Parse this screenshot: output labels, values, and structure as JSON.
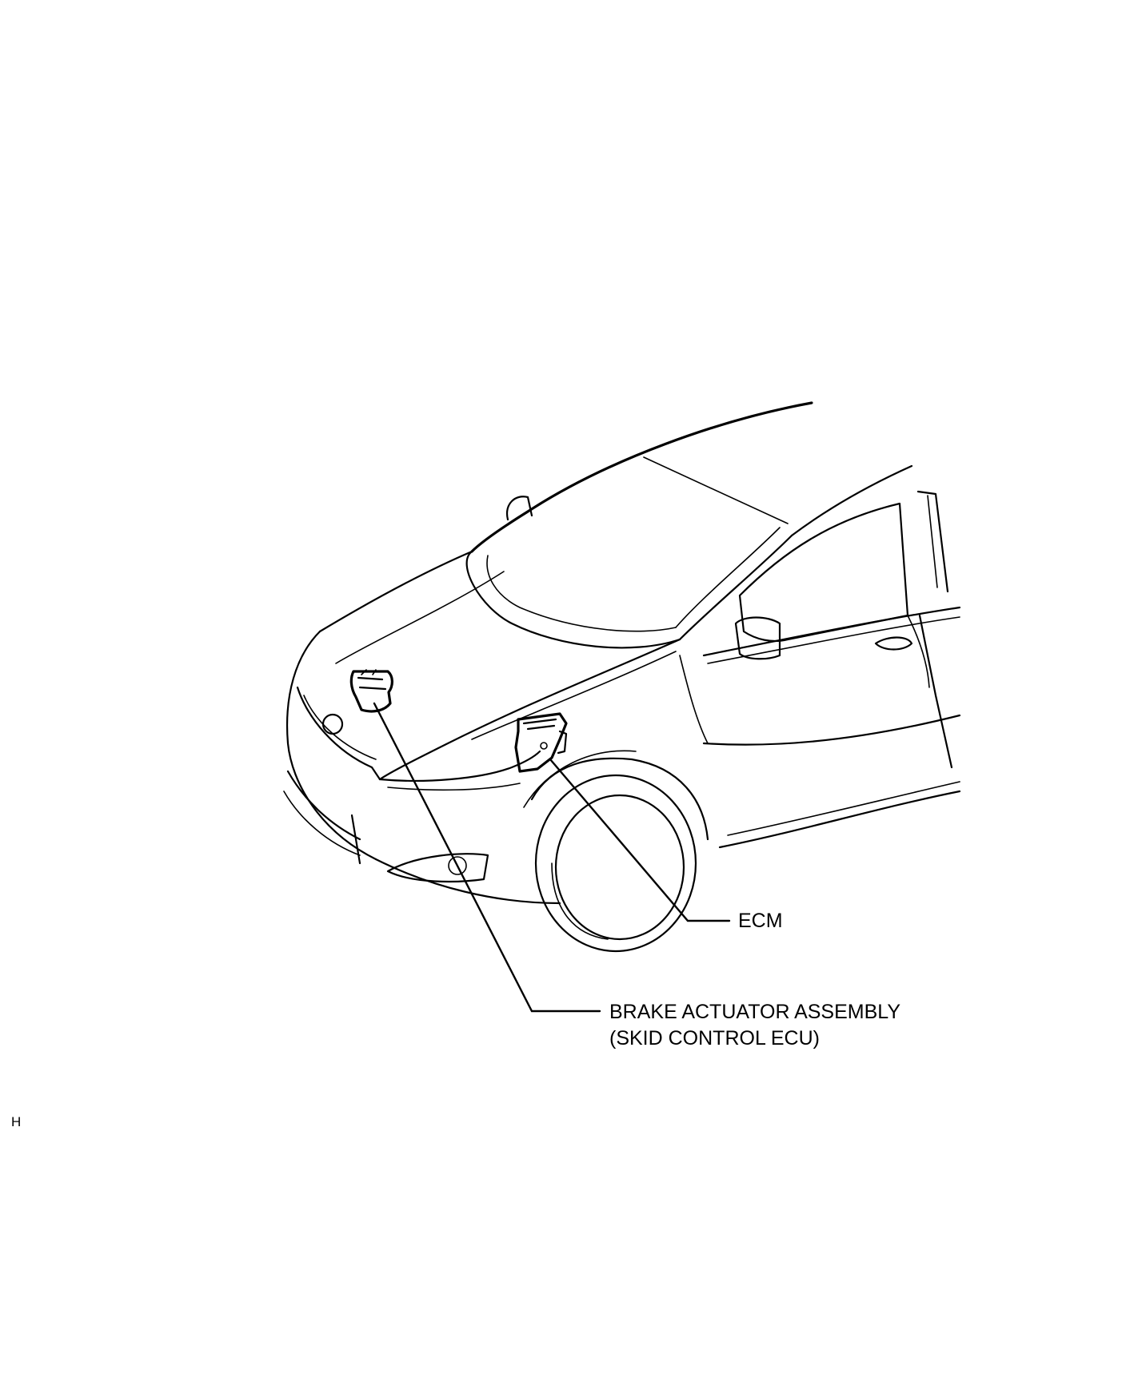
{
  "labels": {
    "ecm": "ECM",
    "brake_actuator_line1": "BRAKE ACTUATOR ASSEMBLY",
    "brake_actuator_line2": "(SKID CONTROL ECU)"
  },
  "figure_code": "H"
}
